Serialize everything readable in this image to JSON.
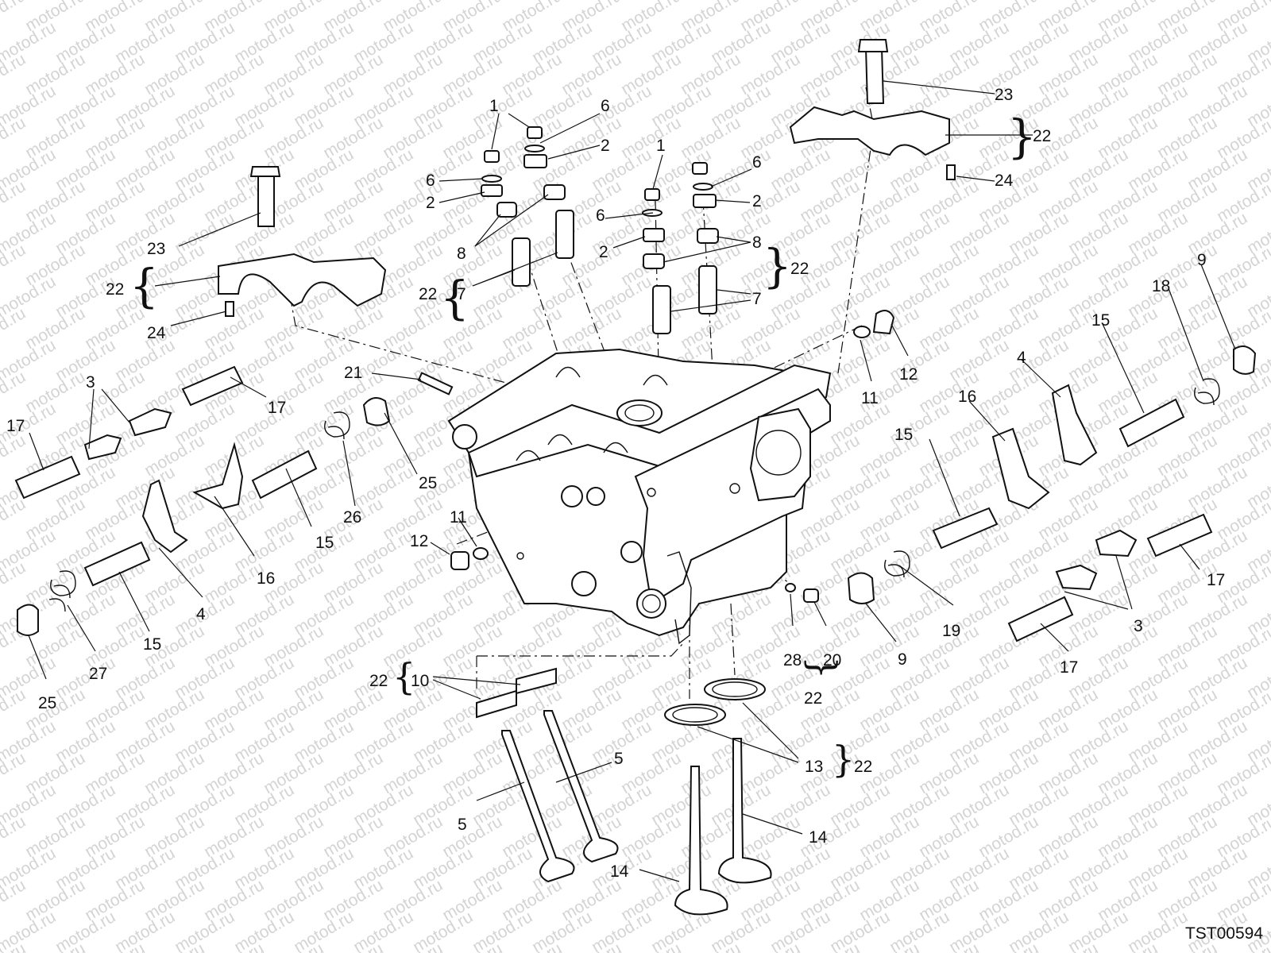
{
  "drawing_code": "TST00594",
  "watermark": "motod.ru",
  "bracket_symbols": {
    "left": "{",
    "right": "}"
  },
  "labels": {
    "n1a": "1",
    "n1b": "1",
    "n2a": "2",
    "n2b": "2",
    "n2c": "2",
    "n2d": "2",
    "n3a": "3",
    "n3b": "3",
    "n4a": "4",
    "n4b": "4",
    "n5a": "5",
    "n5b": "5",
    "n6a": "6",
    "n6b": "6",
    "n6c": "6",
    "n6d": "6",
    "n7a": "7",
    "n7b": "7",
    "n8a": "8",
    "n8b": "8",
    "n9a": "9",
    "n9b": "9",
    "n10": "10",
    "n11a": "11",
    "n11b": "11",
    "n12a": "12",
    "n12b": "12",
    "n13": "13",
    "n14a": "14",
    "n14b": "14",
    "n15a": "15",
    "n15b": "15",
    "n15c": "15",
    "n15d": "15",
    "n16a": "16",
    "n16b": "16",
    "n17a": "17",
    "n17b": "17",
    "n17c": "17",
    "n17d": "17",
    "n18": "18",
    "n19": "19",
    "n20": "20",
    "n21": "21",
    "n22a": "22",
    "n22b": "22",
    "n22c": "22",
    "n22d": "22",
    "n22e": "22",
    "n22f": "22",
    "n22g": "22",
    "n23a": "23",
    "n23b": "23",
    "n24a": "24",
    "n24b": "24",
    "n25a": "25",
    "n25b": "25",
    "n26": "26",
    "n27": "27",
    "n28": "28"
  }
}
